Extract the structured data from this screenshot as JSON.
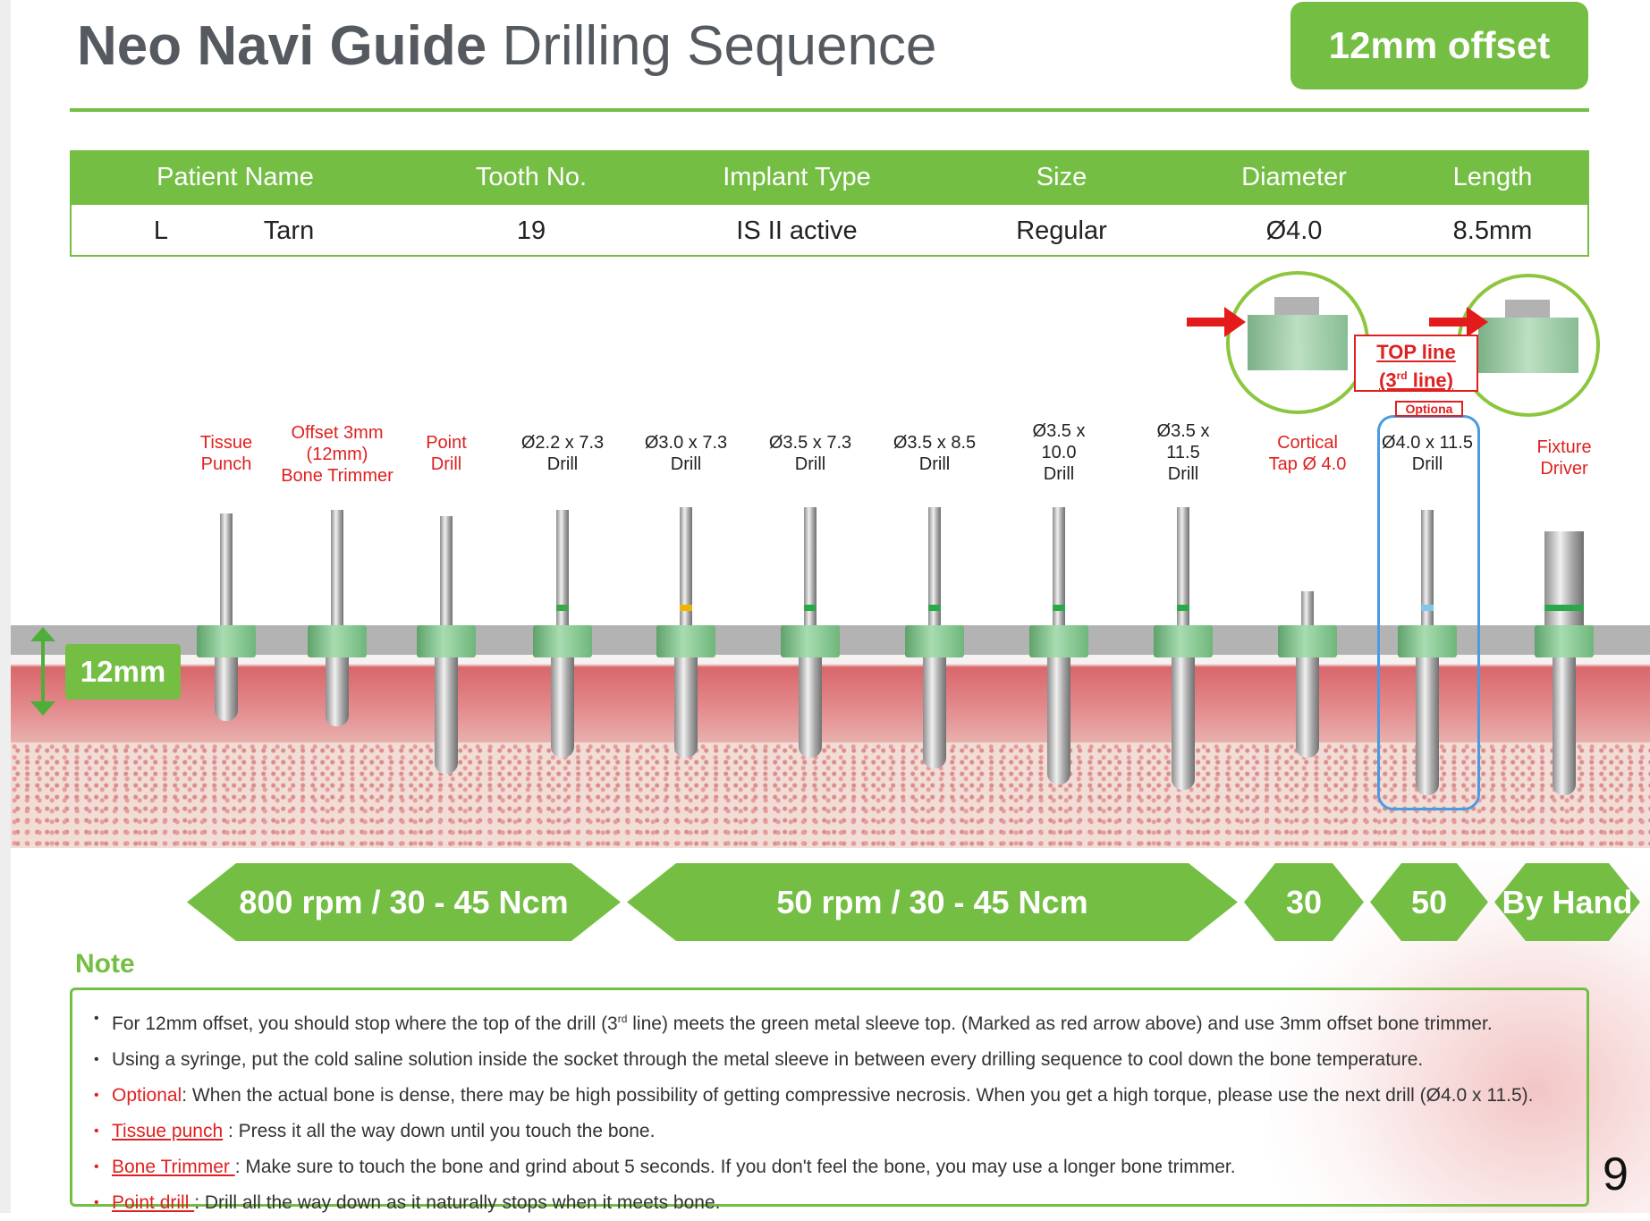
{
  "header": {
    "title_bold": "Neo Navi Guide",
    "title_rest": "Drilling Sequence",
    "badge": "12mm offset"
  },
  "table": {
    "headers": [
      "Patient Name",
      "Tooth No.",
      "Implant Type",
      "Size",
      "Diameter",
      "Length"
    ],
    "row": {
      "side": "L",
      "name": "Tarn",
      "tooth": "19",
      "implant": "IS II active",
      "size": "Regular",
      "diameter": "Ø4.0",
      "length": "8.5mm"
    }
  },
  "depth_label": "12mm",
  "tools": [
    {
      "lines": [
        "Tissue",
        "Punch"
      ],
      "red": true
    },
    {
      "lines": [
        "Offset 3mm",
        "(12mm)",
        "Bone Trimmer"
      ],
      "red": true
    },
    {
      "lines": [
        "Point",
        "Drill"
      ],
      "red": true
    },
    {
      "lines": [
        "Ø2.2 x 7.3",
        "Drill"
      ],
      "red": false
    },
    {
      "lines": [
        "Ø3.0 x 7.3",
        "Drill"
      ],
      "red": false
    },
    {
      "lines": [
        "Ø3.5 x 7.3",
        "Drill"
      ],
      "red": false
    },
    {
      "lines": [
        "Ø3.5 x 8.5",
        "Drill"
      ],
      "red": false
    },
    {
      "lines": [
        "Ø3.5 x",
        "10.0",
        "Drill"
      ],
      "red": false
    },
    {
      "lines": [
        "Ø3.5 x",
        "11.5",
        "Drill"
      ],
      "red": false
    },
    {
      "lines": [
        "Cortical",
        "Tap Ø 4.0"
      ],
      "red": true
    },
    {
      "lines": [
        "Ø4.0 x 11.5",
        "Drill"
      ],
      "red": false
    },
    {
      "lines": [
        "Fixture",
        "Driver"
      ],
      "red": true
    }
  ],
  "callout": {
    "top_line": "TOP line",
    "third_line_pre": "(3",
    "third_line_sup": "rd",
    "third_line_post": " line)",
    "optional": "Optiona"
  },
  "speeds": [
    "800 rpm / 30 - 45 Ncm",
    "50 rpm / 30 - 45 Ncm",
    "30",
    "50",
    "By Hand"
  ],
  "note": {
    "heading": "Note",
    "b1_pre": "For  12mm offset, you should stop where the top of the drill (3",
    "b1_sup": "rd",
    "b1_post": " line) meets the green metal sleeve top. (Marked as red arrow above) and use 3mm offset bone trimmer.",
    "b2": "Using a syringe, put the cold saline solution inside the socket through the metal sleeve in between every drilling sequence to cool down the bone temperature.",
    "b3_lead": "Optional",
    "b3": ": When the actual bone is dense, there may be high possibility of getting compressive necrosis. When you get a high torque, please use the next drill (Ø4.0 x 11.5).",
    "b4_lead": "Tissue punch",
    "b4": " : Press it all the way down until you touch the bone.",
    "b5_lead": "Bone Trimmer ",
    "b5": ": Make sure to touch the bone and grind about 5 seconds. If you don't feel the bone, you may use a longer bone trimmer.",
    "b6_lead": "Point drill ",
    "b6": ": Drill all the way down as it naturally stops when it meets bone."
  },
  "page_number": "9",
  "colors": {
    "green": "#74be44",
    "red": "#e02020",
    "blue": "#4a9be0"
  }
}
